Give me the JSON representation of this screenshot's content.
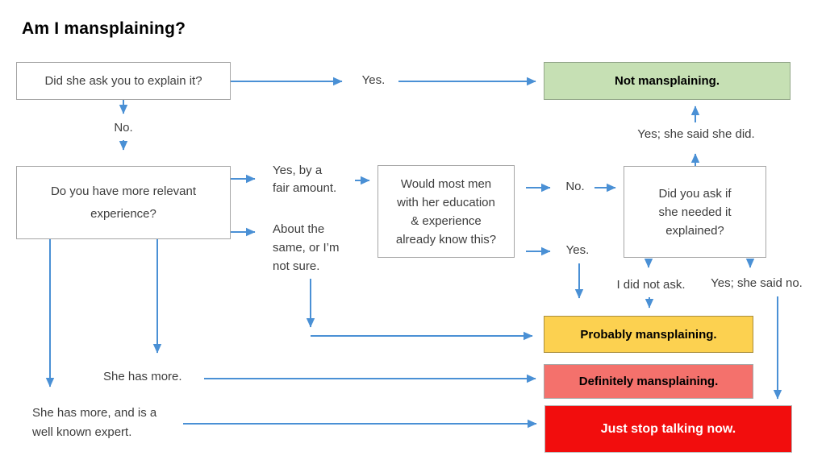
{
  "title": "Am I mansplaining?",
  "colors": {
    "arrow": "#4a90d5",
    "box_border": "#a6a6a6",
    "green_fill": "#c6e0b4",
    "green_border": "#94a78a",
    "yellow_fill": "#fcd150",
    "yellow_border": "#aa8e3c",
    "salmon_fill": "#f4716c",
    "salmon_border": "#a6a6a6",
    "red_fill": "#f20d0d",
    "red_border": "#b8b8b8",
    "text": "#3d3d3d"
  },
  "nodes": {
    "ask_to_explain": "Did she ask you to explain it?",
    "more_experience": "Do you have more relevant\nexperience?",
    "most_men_know": "Would most men\nwith her education\n& experience\nalready know this?",
    "did_you_ask": "Did you ask if\nshe needed it\nexplained?",
    "not_mansplaining": "Not mansplaining.",
    "probably_mansplaining": "Probably mansplaining.",
    "definitely_mansplaining": "Definitely mansplaining.",
    "just_stop": "Just stop talking now."
  },
  "edge_labels": {
    "yes_top": "Yes.",
    "no_top": "No.",
    "yes_by_fair_amount": "Yes, by a\nfair amount.",
    "about_the_same": "About the\nsame, or I’m\nnot sure.",
    "no_right": "No.",
    "yes_right": "Yes.",
    "yes_she_said_she_did": "Yes; she said she did.",
    "i_did_not_ask": "I did not ask.",
    "yes_she_said_no": "Yes; she said no.",
    "she_has_more": "She has more.",
    "she_has_more_expert": "She has more, and is a\nwell known expert."
  }
}
